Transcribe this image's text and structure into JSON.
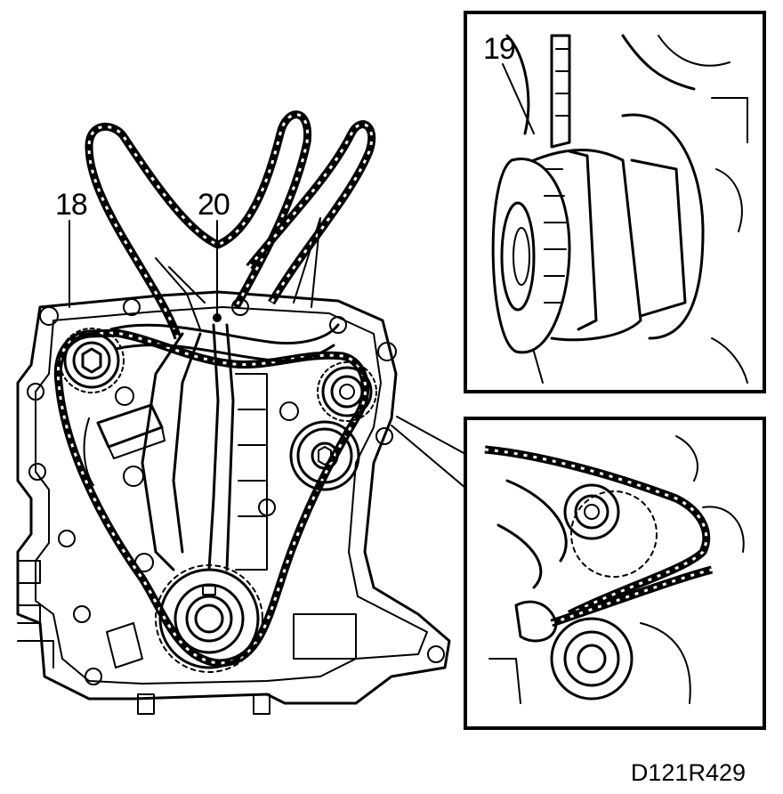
{
  "callouts": {
    "left_housing": "18",
    "guide_rail": "20",
    "detail_top": "19"
  },
  "reference_code": "D121R429",
  "icons": {
    "sprocket": "sprocket-icon",
    "tensioner": "tensioner-icon",
    "pulley": "pulley-icon"
  }
}
